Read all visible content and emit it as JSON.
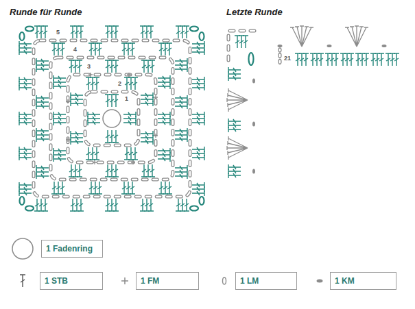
{
  "diagram": {
    "labels": [
      "Runde für Runde",
      "Letzte Runde",
      "1",
      "2",
      "3",
      "4",
      "5",
      "21"
    ],
    "legend": [
      {
        "text": "1 Fadenring"
      },
      {
        "text": "1 STB"
      },
      {
        "text": "1 FM"
      },
      {
        "text": "1 LM"
      },
      {
        "text": "1 KM"
      }
    ]
  }
}
